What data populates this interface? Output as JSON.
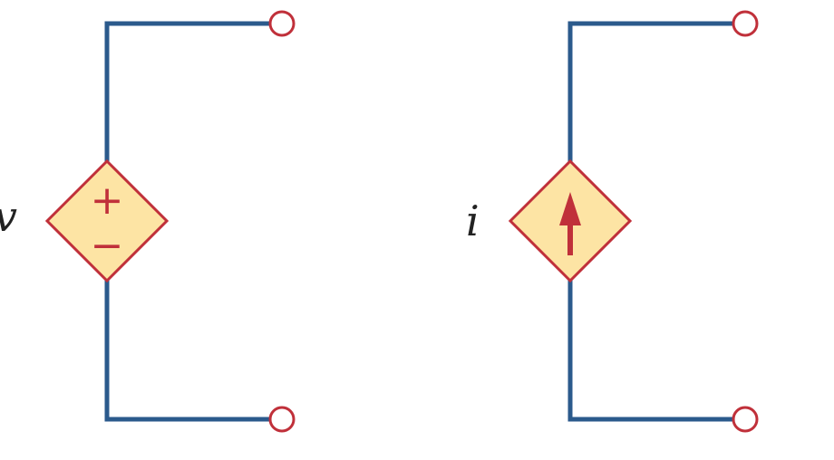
{
  "colors": {
    "wire": "#2b5a8c",
    "source_stroke": "#c0303a",
    "source_fill": "#fde4a4",
    "terminal_stroke": "#c0303a",
    "symbol": "#c0303a",
    "label": "#222222"
  },
  "voltage_source": {
    "label": "v",
    "plus": "+",
    "minus": "−",
    "icon": "dependent-voltage-source-icon"
  },
  "current_source": {
    "label": "i",
    "icon": "dependent-current-source-icon",
    "arrow_direction": "up"
  }
}
